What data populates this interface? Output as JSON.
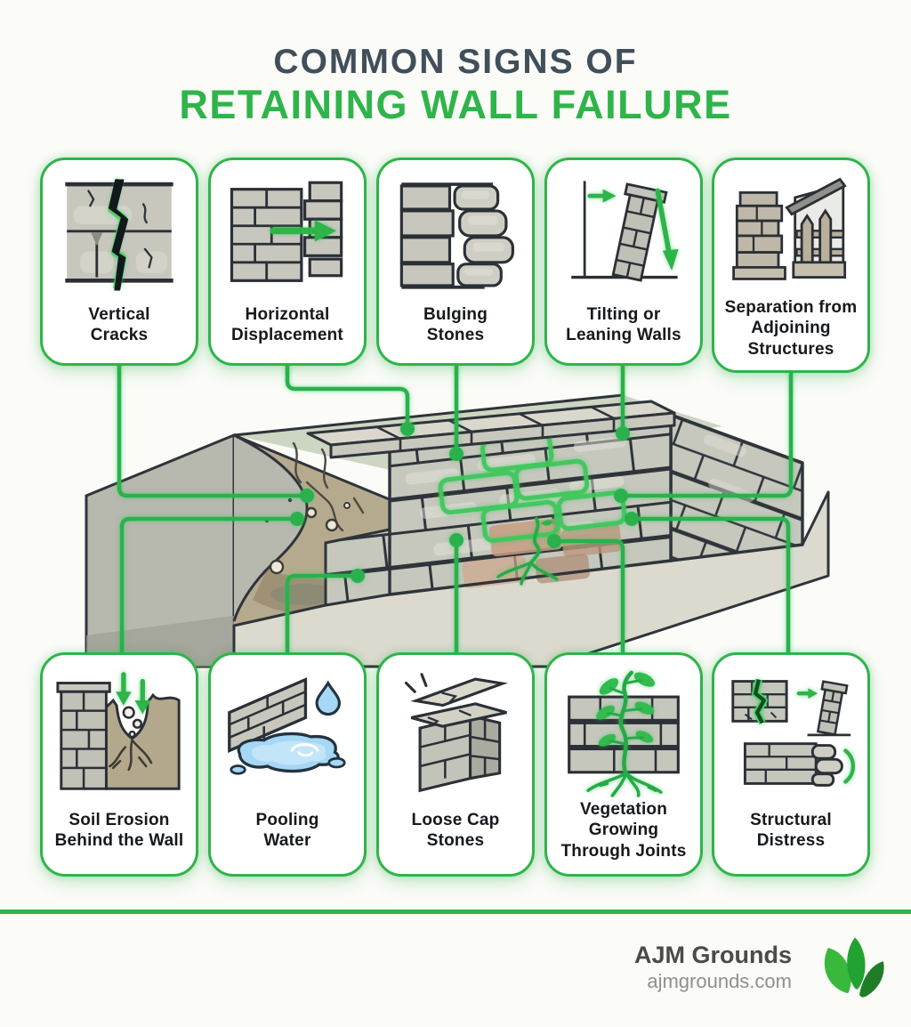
{
  "title": {
    "line1": "COMMON SIGNS OF",
    "line2": "RETAINING WALL FAILURE"
  },
  "colors": {
    "accent_green": "#2fb44a",
    "connector_green": "#2bb14d",
    "glow_green": "#3cc85b",
    "title_dark": "#414f5a",
    "label_dark": "#15191d",
    "background": "#fbfbf8",
    "card_background": "#ffffff",
    "footer_brand_text": "#4a4a4a",
    "footer_site_text": "#8f8f8f",
    "water_blue": "#a6d7f4"
  },
  "cards_top": [
    {
      "label": "Vertical Cracks",
      "label_lines": [
        "Vertical",
        "Cracks"
      ],
      "icon": "vertical-crack-wall-icon"
    },
    {
      "label": "Horizontal Displacement",
      "label_lines": [
        "Horizontal",
        "Displacement"
      ],
      "icon": "displaced-bricks-arrow-icon"
    },
    {
      "label": "Bulging Stones",
      "label_lines": [
        "Bulging",
        "Stones"
      ],
      "icon": "bulging-stones-icon"
    },
    {
      "label": "Tilting or Leaning Walls",
      "label_lines": [
        "Tilting or",
        "Leaning Walls"
      ],
      "icon": "leaning-wall-arrow-icon"
    },
    {
      "label": "Separation from Adjoining Structures",
      "label_lines": [
        "Separation from",
        "Adjoining",
        "Structures"
      ],
      "icon": "wall-fence-separation-icon"
    }
  ],
  "cards_bottom": [
    {
      "label": "Soil Erosion Behind the Wall",
      "label_lines": [
        "Soil Erosion",
        "Behind the Wall"
      ],
      "icon": "soil-erosion-arrows-icon"
    },
    {
      "label": "Pooling Water",
      "label_lines": [
        "Pooling",
        "Water"
      ],
      "icon": "puddle-droplet-icon"
    },
    {
      "label": "Loose Cap Stones",
      "label_lines": [
        "Loose Cap",
        "Stones"
      ],
      "icon": "loose-cap-stone-icon"
    },
    {
      "label": "Vegetation Growing Through Joints",
      "label_lines": [
        "Vegetation",
        "Growing",
        "Through Joints"
      ],
      "icon": "plant-roots-wall-icon"
    },
    {
      "label": "Structural Distress",
      "label_lines": [
        "Structural",
        "Distress"
      ],
      "icon": "cracked-leaning-bulging-wall-icon"
    }
  ],
  "illustration": {
    "name": "retaining-wall-cross-section",
    "callout_count": 10
  },
  "footer": {
    "brand": "AJM Grounds",
    "website": "ajmgrounds.com",
    "logo": "three-leaves-logo"
  }
}
